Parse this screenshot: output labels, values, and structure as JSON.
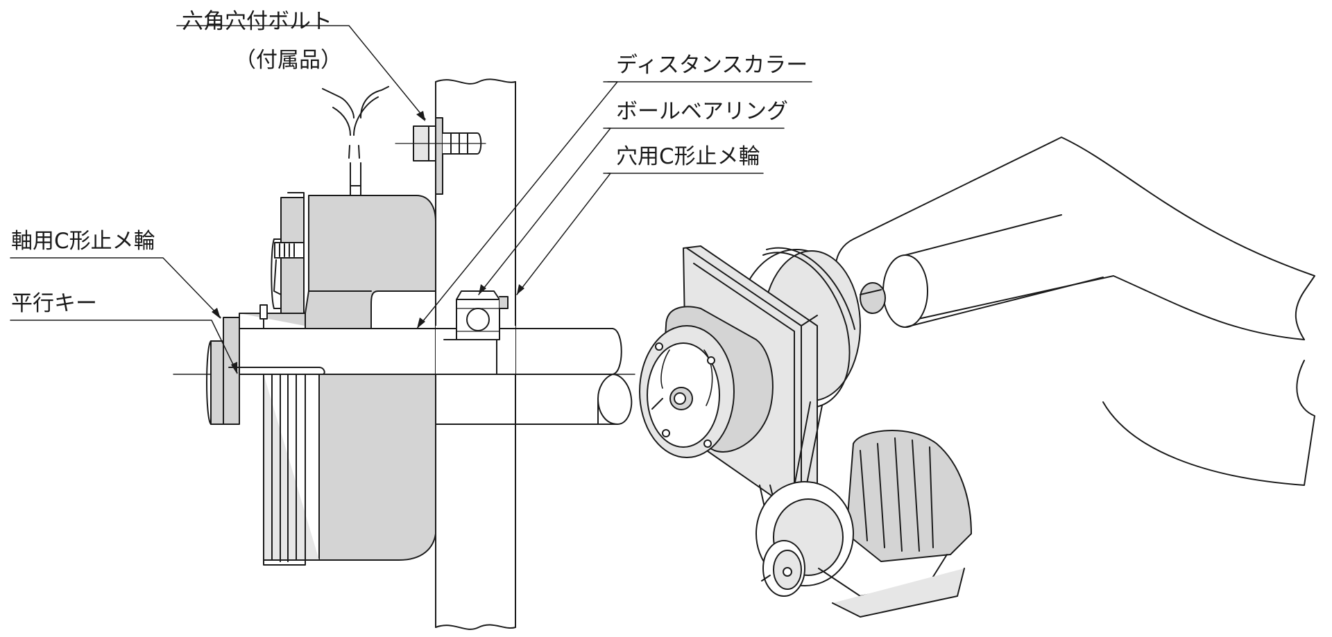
{
  "labels": {
    "hex_socket_bolt": "六角穴付ボルト",
    "hex_socket_bolt_note": "（付属品）",
    "distance_collar": "ディスタンスカラー",
    "ball_bearing": "ボールベアリング",
    "hole_retaining_ring": "穴用C形止メ輪",
    "shaft_retaining_ring": "軸用C形止メ輪",
    "parallel_key": "平行キー"
  },
  "colors": {
    "line": "#1a1a1a",
    "gray": "#d4d4d4",
    "light_gray": "#e6e6e6",
    "dark_gray": "#9a9a9a"
  }
}
